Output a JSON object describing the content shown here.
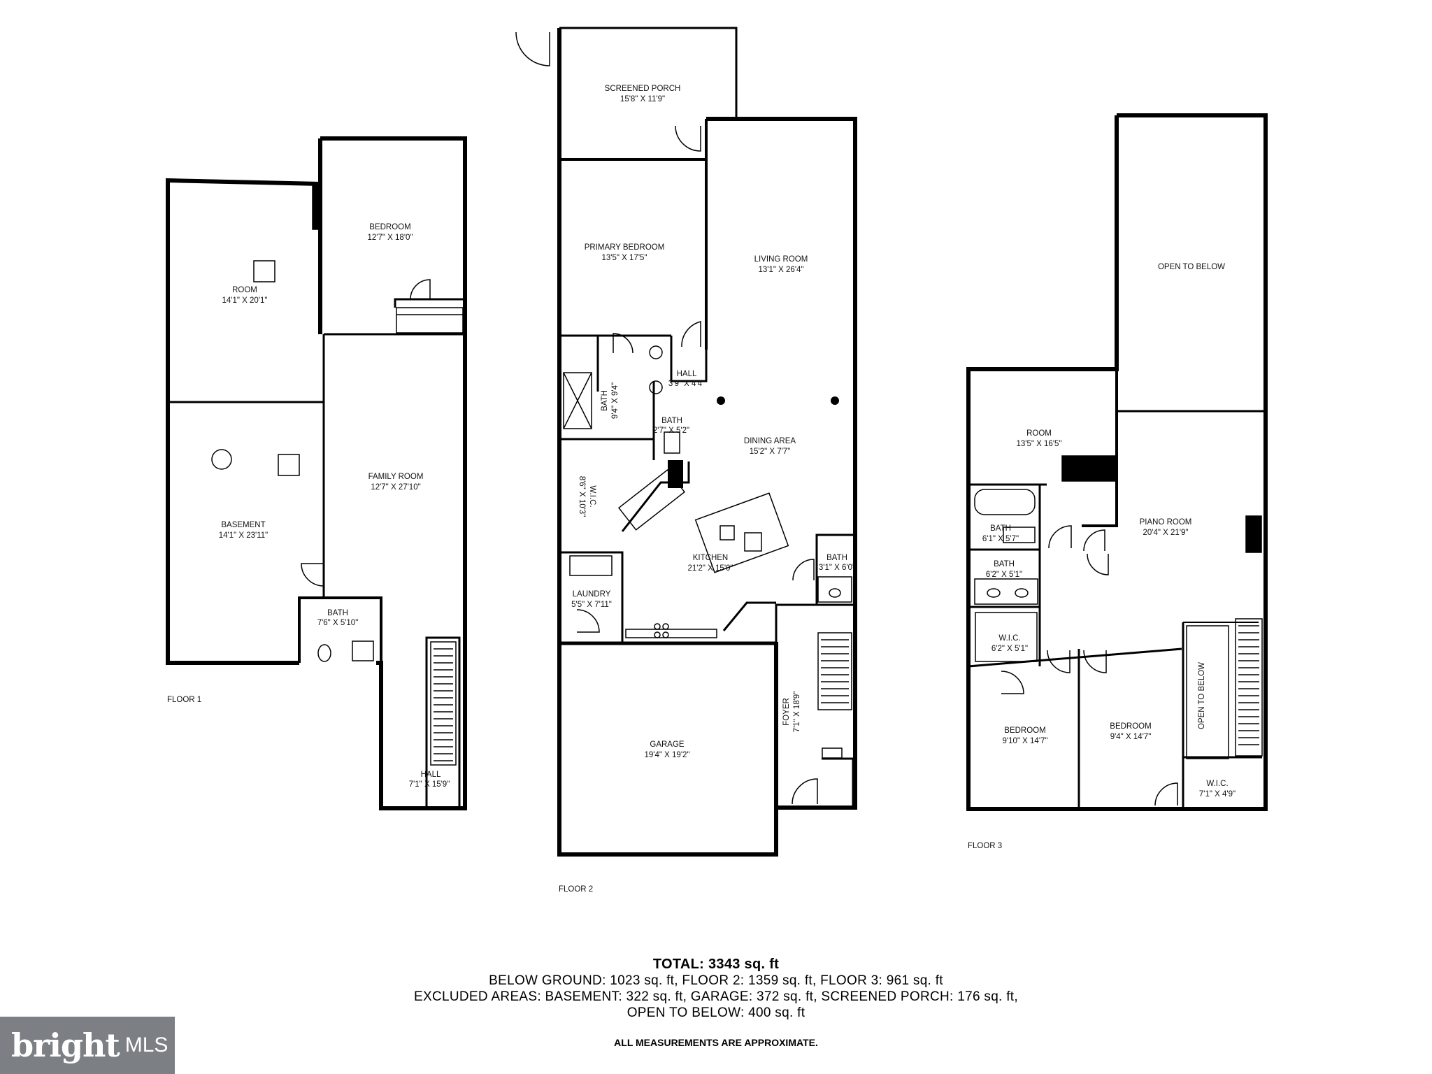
{
  "floors": {
    "floor1": {
      "label": "FLOOR 1",
      "rooms": [
        {
          "name": "BEDROOM",
          "dims": "12'7\" X 18'0\""
        },
        {
          "name": "ROOM",
          "dims": "14'1\" X 20'1\""
        },
        {
          "name": "FAMILY ROOM",
          "dims": "12'7\" X 27'10\""
        },
        {
          "name": "BASEMENT",
          "dims": "14'1\" X 23'11\""
        },
        {
          "name": "BATH",
          "dims": "7'6\" X 5'10\""
        },
        {
          "name": "HALL",
          "dims": "7'1\" X 15'9\""
        }
      ]
    },
    "floor2": {
      "label": "FLOOR 2",
      "rooms": [
        {
          "name": "SCREENED PORCH",
          "dims": "15'8\" X 11'9\""
        },
        {
          "name": "PRIMARY BEDROOM",
          "dims": "13'5\" X 17'5\""
        },
        {
          "name": "LIVING ROOM",
          "dims": "13'1\" X 26'4\""
        },
        {
          "name": "HALL",
          "dims": "3'9\" X 4'4\""
        },
        {
          "name": "BATH",
          "dims": "9'4\" X 9'4\""
        },
        {
          "name": "BATH",
          "dims": "2'7\" X 5'2\""
        },
        {
          "name": "DINING AREA",
          "dims": "15'2\" X 7'7\""
        },
        {
          "name": "W.I.C.",
          "dims": "8'6\" X 10'3\""
        },
        {
          "name": "KITCHEN",
          "dims": "21'2\" X 15'0\""
        },
        {
          "name": "BATH",
          "dims": "3'1\" X 6'0\""
        },
        {
          "name": "LAUNDRY",
          "dims": "5'5\" X 7'11\""
        },
        {
          "name": "GARAGE",
          "dims": "19'4\" X 19'2\""
        },
        {
          "name": "FOYER",
          "dims": "7'1\" X 18'9\""
        }
      ]
    },
    "floor3": {
      "label": "FLOOR 3",
      "rooms": [
        {
          "name": "OPEN TO BELOW",
          "dims": ""
        },
        {
          "name": "ROOM",
          "dims": "13'5\" X 16'5\""
        },
        {
          "name": "PIANO ROOM",
          "dims": "20'4\" X 21'9\""
        },
        {
          "name": "BATH",
          "dims": "6'1\" X 5'7\""
        },
        {
          "name": "BATH",
          "dims": "6'2\" X 5'1\""
        },
        {
          "name": "W.I.C.",
          "dims": "6'2\" X 5'1\""
        },
        {
          "name": "OPEN TO BELOW",
          "dims": ""
        },
        {
          "name": "BEDROOM",
          "dims": "9'10\" X 14'7\""
        },
        {
          "name": "BEDROOM",
          "dims": "9'4\" X 14'7\""
        },
        {
          "name": "W.I.C.",
          "dims": "7'1\" X 4'9\""
        }
      ]
    }
  },
  "summary": {
    "total": "TOTAL: 3343 sq. ft",
    "line1": "BELOW GROUND: 1023 sq. ft, FLOOR 2: 1359 sq. ft, FLOOR 3: 961 sq. ft",
    "line2": "EXCLUDED AREAS: BASEMENT: 322 sq. ft, GARAGE: 372 sq. ft, SCREENED PORCH: 176 sq. ft,",
    "line3": "OPEN TO BELOW: 400 sq. ft"
  },
  "disclaimer": "ALL MEASUREMENTS ARE APPROXIMATE.",
  "logo": {
    "brand": "bright",
    "suffix": "MLS"
  }
}
